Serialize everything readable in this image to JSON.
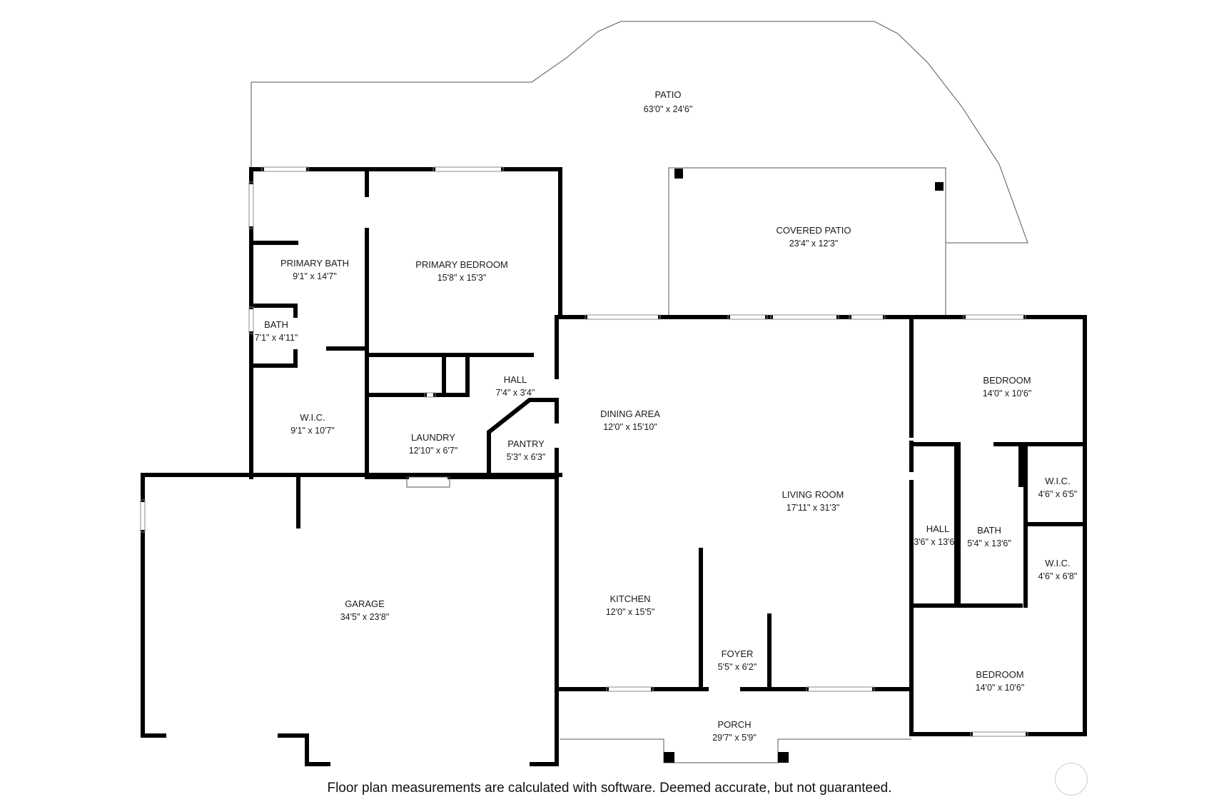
{
  "rooms": {
    "patio": {
      "name": "PATIO",
      "dims": "63'0\" x 24'6\""
    },
    "covered_patio": {
      "name": "COVERED PATIO",
      "dims": "23'4\" x 12'3\""
    },
    "primary_bath": {
      "name": "PRIMARY BATH",
      "dims": "9'1\" x 14'7\""
    },
    "primary_bedroom": {
      "name": "PRIMARY BEDROOM",
      "dims": "15'8\" x 15'3\""
    },
    "bath_small": {
      "name": "BATH",
      "dims": "7'1\" x 4'11\""
    },
    "wic_primary": {
      "name": "W.I.C.",
      "dims": "9'1\" x 10'7\""
    },
    "hall_center": {
      "name": "HALL",
      "dims": "7'4\" x 3'4\""
    },
    "laundry": {
      "name": "LAUNDRY",
      "dims": "12'10\" x 6'7\""
    },
    "pantry": {
      "name": "PANTRY",
      "dims": "5'3\" x 6'3\""
    },
    "dining_area": {
      "name": "DINING AREA",
      "dims": "12'0\" x 15'10\""
    },
    "living_room": {
      "name": "LIVING ROOM",
      "dims": "17'11\" x 31'3\""
    },
    "kitchen": {
      "name": "KITCHEN",
      "dims": "12'0\" x 15'5\""
    },
    "foyer": {
      "name": "FOYER",
      "dims": "5'5\" x 6'2\""
    },
    "garage": {
      "name": "GARAGE",
      "dims": "34'5\" x 23'8\""
    },
    "porch": {
      "name": "PORCH",
      "dims": "29'7\" x 5'9\""
    },
    "bedroom_top": {
      "name": "BEDROOM",
      "dims": "14'0\" x 10'6\""
    },
    "bedroom_bottom": {
      "name": "BEDROOM",
      "dims": "14'0\" x 10'6\""
    },
    "hall_east": {
      "name": "HALL",
      "dims": "3'6\" x 13'6\""
    },
    "bath_east": {
      "name": "BATH",
      "dims": "5'4\" x 13'6\""
    },
    "wic_upper": {
      "name": "W.I.C.",
      "dims": "4'6\" x 6'5\""
    },
    "wic_lower": {
      "name": "W.I.C.",
      "dims": "4'6\" x 6'8\""
    }
  },
  "disclaimer": "Floor plan measurements are calculated with software. Deemed accurate, but not guaranteed.",
  "colors": {
    "wall": "#000000",
    "outline": "#555555",
    "window": "#9a9a9a"
  }
}
